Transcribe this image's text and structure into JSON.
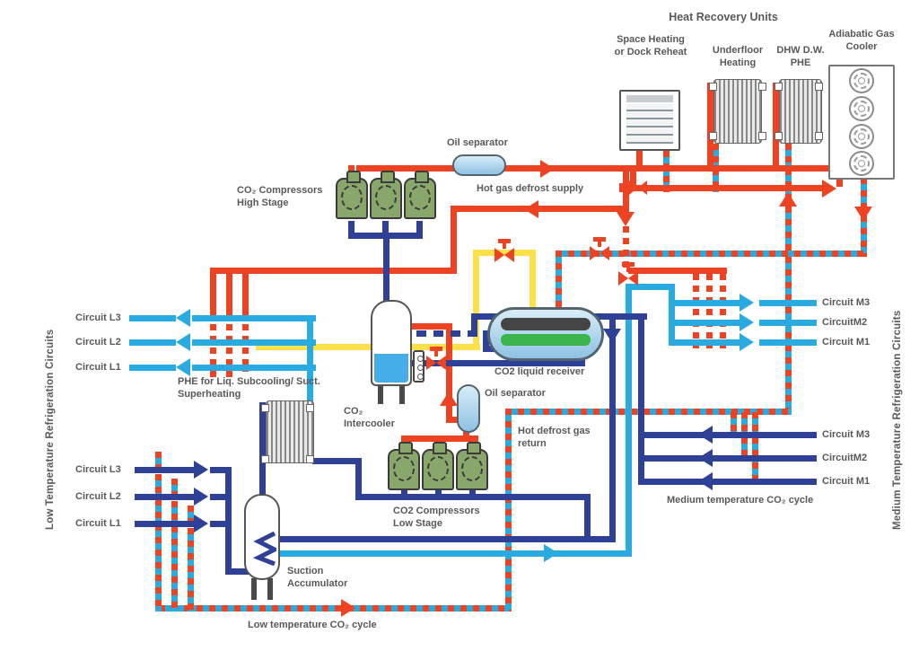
{
  "colors": {
    "hot_gas_red": "#ee4323",
    "suction_dark_blue": "#2e4197",
    "liquid_cyan": "#29abe2",
    "bypass_yellow": "#fde14a",
    "compressor_green": "#8aa76b"
  },
  "title": "Heat Recovery Units",
  "heat_recovery": {
    "space_heating": "Space Heating or Dock Reheat",
    "underfloor": "Underfloor Heating",
    "dhw": "DHW D.W. PHE",
    "adiabatic": "Adiabatic Gas Cooler"
  },
  "labels": {
    "oil_separator_top": "Oil separator",
    "oil_separator_mid": "Oil separator",
    "hs_compressors": "CO₂ Compressors High Stage",
    "ls_compressors": "CO2 Compressors Low Stage",
    "hot_gas_defrost_supply": "Hot gas defrost supply",
    "hot_defrost_gas_return": "Hot defrost gas return",
    "co2_liquid_receiver": "CO2 liquid receiver",
    "co2_intercooler": "CO₂ Intercooler",
    "phe_subcooling": "PHE for Liq. Subcooling/ Suct. Superheating",
    "suction_accumulator": "Suction Accumulator",
    "mt_cycle": "Medium temperature CO₂ cycle",
    "lt_cycle": "Low temperature CO₂ cycle",
    "lt_side": "Low Temperature Refrigeration Circuits",
    "mt_side": "Medium Temperature Refrigeration Circuits"
  },
  "circuits": {
    "lt": [
      "Circuit L3",
      "Circuit L2",
      "Circuit L1"
    ],
    "mt": [
      "Circuit M3",
      "CircuitM2",
      "Circuit M1"
    ]
  }
}
